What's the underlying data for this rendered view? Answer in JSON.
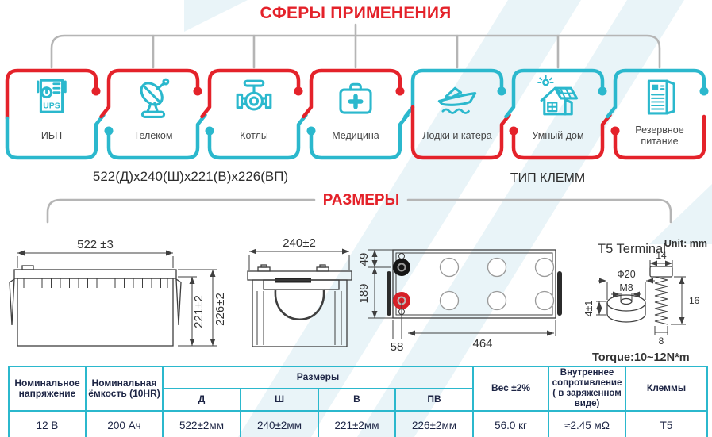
{
  "colors": {
    "red": "#e4222a",
    "cyan": "#2bb8cd",
    "gray": "#b5b5b5",
    "navy": "#1d2545",
    "light_blue": "#e9f4f8"
  },
  "applications": {
    "title": "СФЕРЫ ПРИМЕНЕНИЯ",
    "ups_icon_text": "UPS",
    "items": [
      {
        "label": "ИБП",
        "icon": "ups-icon"
      },
      {
        "label": "Телеком",
        "icon": "satellite-icon"
      },
      {
        "label": "Котлы",
        "icon": "valve-icon"
      },
      {
        "label": "Медицина",
        "icon": "medical-bag-icon"
      },
      {
        "label": "Лодки и катера",
        "icon": "boat-icon"
      },
      {
        "label": "Умный дом",
        "icon": "smart-home-icon"
      },
      {
        "label": "Резервное питание",
        "icon": "backup-power-icon"
      }
    ]
  },
  "overall_dimensions": "522(Д)x240(Ш)x221(В)x226(ВП)",
  "terminal_type_label": "ТИП КЛЕММ",
  "sizes_title": "РАЗМЕРЫ",
  "drawings": {
    "side_view": {
      "length": "522 ±3",
      "height": "221±2",
      "total_height": "226±2"
    },
    "front_view": {
      "width": "240±2"
    },
    "top_view": {
      "edge_to_terminal": "49",
      "terminal_to_edge": "189",
      "terminal_offset": "58",
      "length_inner": "464"
    },
    "terminal": {
      "title": "T5 Terminal",
      "unit": "Unit: mm",
      "diameter": "Ф20",
      "thread": "M8",
      "washer_height": "4±1",
      "bolt_head_width": "14",
      "bolt_length": "16",
      "bolt_thread_width": "8",
      "torque": "Torque:10~12N*m"
    }
  },
  "table": {
    "headers": {
      "voltage": "Номинальное напряжение",
      "capacity": "Номинальная ёмкость (10HR)",
      "dimensions_group": "Размеры",
      "length": "Д",
      "width": "Ш",
      "height": "В",
      "total_height": "ПВ",
      "weight": "Вес ±2%",
      "resistance": "Внутреннее сопротивление ( в заряженном виде)",
      "terminals": "Клеммы"
    },
    "row": {
      "voltage": "12 В",
      "capacity": "200 Ач",
      "length": "522±2мм",
      "width": "240±2мм",
      "height": "221±2мм",
      "total_height": "226±2мм",
      "weight": "56.0 кг",
      "resistance": "≈2.45 мΩ",
      "terminals": "T5"
    }
  }
}
